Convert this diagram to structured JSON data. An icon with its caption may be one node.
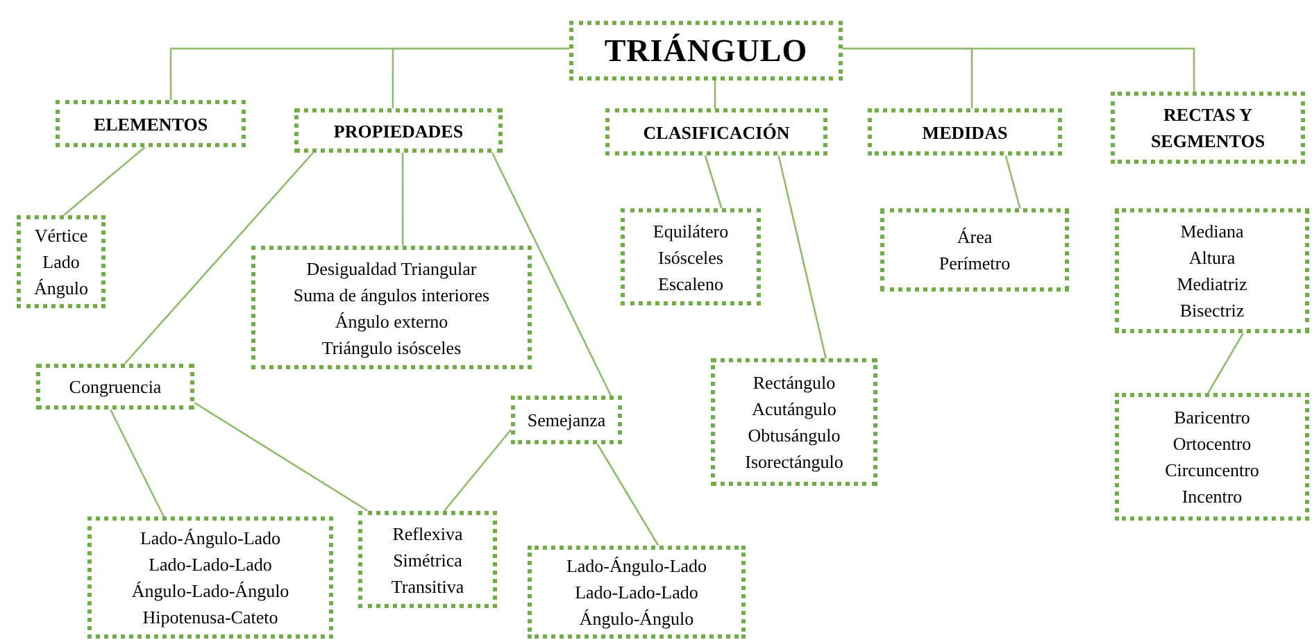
{
  "diagram": {
    "nodes": [
      {
        "text": [
          "TRIÁNGULO"
        ]
      },
      {
        "text": [
          "ELEMENTOS"
        ]
      },
      {
        "text": [
          "PROPIEDADES"
        ]
      },
      {
        "text": [
          "CLASIFICACIÓN"
        ]
      },
      {
        "text": [
          "MEDIDAS"
        ]
      },
      {
        "text": [
          "RECTAS Y SEGMENTOS"
        ]
      },
      {
        "text": [
          "Vértice",
          "Lado",
          "Ángulo"
        ]
      },
      {
        "text": [
          "Desigualdad Triangular",
          "Suma de ángulos interiores",
          "Ángulo externo",
          "Triángulo isósceles"
        ]
      },
      {
        "text": [
          "Equilátero",
          "Isósceles",
          "Escaleno"
        ]
      },
      {
        "text": [
          "Área",
          "Perímetro"
        ]
      },
      {
        "text": [
          "Mediana",
          "Altura",
          "Mediatriz",
          "Bisectriz"
        ]
      },
      {
        "text": [
          "Congruencia"
        ]
      },
      {
        "text": [
          "Semejanza"
        ]
      },
      {
        "text": [
          "Rectángulo",
          "Acutángulo",
          "Obtusángulo",
          "Isorectángulo"
        ]
      },
      {
        "text": [
          "Baricentro",
          "Ortocentro",
          "Circuncentro",
          "Incentro"
        ]
      },
      {
        "text": [
          "Lado-Ángulo-Lado",
          "Lado-Lado-Lado",
          "Ángulo-Lado-Ángulo",
          "Hipotenusa-Cateto"
        ]
      },
      {
        "text": [
          "Reflexiva",
          "Simétrica",
          "Transitiva"
        ]
      },
      {
        "text": [
          "Lado-Ángulo-Lado",
          "Lado-Lado-Lado",
          "Ángulo-Ángulo"
        ]
      }
    ],
    "edges": [
      {
        "from": 0,
        "to": 1,
        "arrow": "none"
      },
      {
        "from": 0,
        "to": 2,
        "arrow": "none"
      },
      {
        "from": 0,
        "to": 3,
        "arrow": "none"
      },
      {
        "from": 0,
        "to": 4,
        "arrow": "none"
      },
      {
        "from": 0,
        "to": 5,
        "arrow": "none"
      },
      {
        "from": 1,
        "to": 6,
        "arrow": "none"
      },
      {
        "from": 2,
        "to": 7,
        "arrow": "none"
      },
      {
        "from": 2,
        "to": 11,
        "arrow": "none"
      },
      {
        "from": 2,
        "to": 12,
        "arrow": "none"
      },
      {
        "from": 3,
        "to": 8,
        "arrow": "none"
      },
      {
        "from": 3,
        "to": 13,
        "arrow": "none"
      },
      {
        "from": 4,
        "to": 9,
        "arrow": "none"
      },
      {
        "from": 10,
        "to": 14,
        "arrow": "none"
      },
      {
        "from": 11,
        "to": 15,
        "arrow": "none"
      },
      {
        "from": 11,
        "to": 16,
        "arrow": "none"
      },
      {
        "from": 12,
        "to": 16,
        "arrow": "none"
      },
      {
        "from": 12,
        "to": 17,
        "arrow": "none"
      }
    ]
  }
}
